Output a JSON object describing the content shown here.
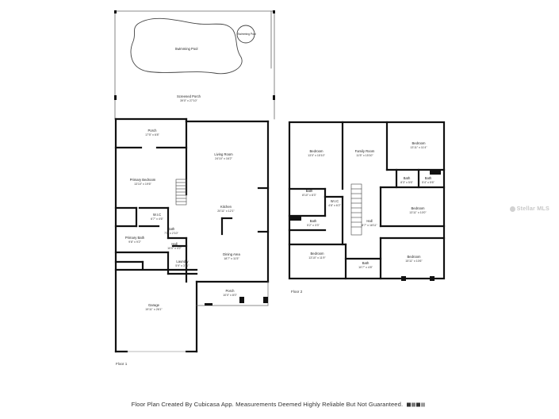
{
  "floor1": {
    "label": "Floor 1",
    "rooms": [
      {
        "id": "pool",
        "name": "Swimming Pool",
        "dim": ""
      },
      {
        "id": "spa",
        "name": "Swimming Pool",
        "dim": ""
      },
      {
        "id": "screened-porch",
        "name": "Screened Porch",
        "dim": "39'0\" x 27'10\""
      },
      {
        "id": "porch-rear",
        "name": "Porch",
        "dim": "17'5\" x 6'8\""
      },
      {
        "id": "living-room",
        "name": "Living Room",
        "dim": "24'10\" x 16'2\""
      },
      {
        "id": "primary-bedroom",
        "name": "Primary Bedroom",
        "dim": "13'10\" x 19'6\""
      },
      {
        "id": "wic-1",
        "name": "W.I.C",
        "dim": "6'7\" x 4'6\""
      },
      {
        "id": "kitchen",
        "name": "Kitchen",
        "dim": "20'11\" x 12'1\""
      },
      {
        "id": "bath-1",
        "name": "Bath",
        "dim": "7'0\" x 2'10\""
      },
      {
        "id": "primary-bath",
        "name": "Primary Bath",
        "dim": "9'8\" x 9'2\""
      },
      {
        "id": "hall-1",
        "name": "Hall",
        "dim": "10'0\" x 4'2\""
      },
      {
        "id": "laundry",
        "name": "Laundry",
        "dim": "5'9\" x 3'11\""
      },
      {
        "id": "dining-area",
        "name": "Dining Area",
        "dim": "18'7\" x 11'5\""
      },
      {
        "id": "porch-front",
        "name": "Porch",
        "dim": "10'0\" x 8'0\""
      },
      {
        "id": "garage",
        "name": "Garage",
        "dim": "19'11\" x 26'1\""
      }
    ]
  },
  "floor2": {
    "label": "Floor 2",
    "rooms": [
      {
        "id": "bedroom-nw",
        "name": "Bedroom",
        "dim": "13'0\" x 15'10\""
      },
      {
        "id": "family-room",
        "name": "Family Room",
        "dim": "11'5\" x 15'10\""
      },
      {
        "id": "bedroom-ne",
        "name": "Bedroom",
        "dim": "13'11\" x 11'4\""
      },
      {
        "id": "bath-2a",
        "name": "Bath",
        "dim": "8'10\" x 8'3\""
      },
      {
        "id": "wic-2",
        "name": "W.I.C",
        "dim": "4'8\" x 6'2\""
      },
      {
        "id": "bath-2b",
        "name": "Bath",
        "dim": "8'3\" x 5'6\""
      },
      {
        "id": "bath-2c",
        "name": "Bath",
        "dim": "5'4\" x 5'6\""
      },
      {
        "id": "bedroom-e",
        "name": "Bedroom",
        "dim": "13'11\" x 10'0\""
      },
      {
        "id": "bath-2d",
        "name": "Bath",
        "dim": "5'2\" x 3'3\""
      },
      {
        "id": "hall-2",
        "name": "Hall",
        "dim": "8'7\" x 18'11\""
      },
      {
        "id": "bedroom-sw",
        "name": "Bedroom",
        "dim": "13'10\" x 11'9\""
      },
      {
        "id": "bath-2e",
        "name": "Bath",
        "dim": "10'7\" x 4'8\""
      },
      {
        "id": "bedroom-se",
        "name": "Bedroom",
        "dim": "15'11\" x 10'6\""
      }
    ]
  },
  "footer": {
    "credit": "Floor Plan Created By Cubicasa App. Measurements Deemed Highly Reliable But Not Guaranteed.",
    "logo_name": "cubicasa-logo"
  },
  "watermark": {
    "text": "Stellar MLS",
    "color": "#c8c8c8"
  },
  "colors": {
    "wall": "#111111",
    "thin_line": "#555555",
    "background": "#ffffff"
  }
}
